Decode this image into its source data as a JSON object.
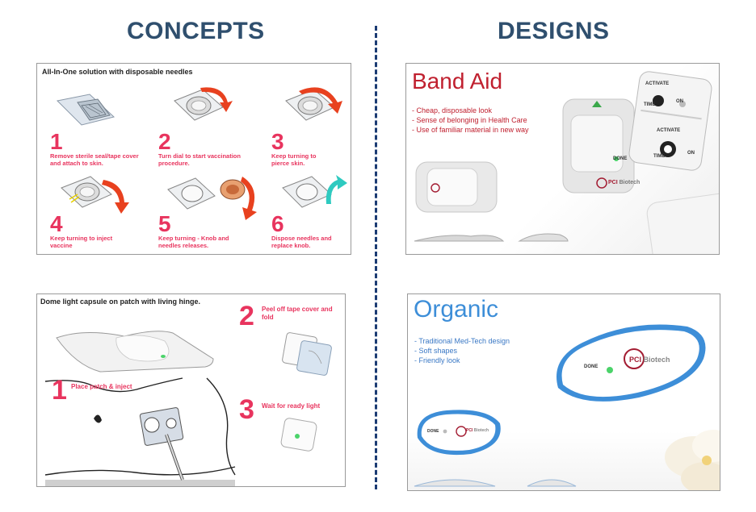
{
  "headings": {
    "concepts": "CONCEPTS",
    "designs": "DESIGNS"
  },
  "all_in_one": {
    "title": "All-In-One solution with disposable needles",
    "steps": [
      {
        "num": "1",
        "caption": "Remove sterile seal/tape cover and attach to skin."
      },
      {
        "num": "2",
        "caption": "Turn dial to start vaccination procedure."
      },
      {
        "num": "3",
        "caption": "Keep turning to pierce skin."
      },
      {
        "num": "4",
        "caption": "Keep turning to inject vaccine"
      },
      {
        "num": "5",
        "caption": "Keep turning - Knob and needles releases."
      },
      {
        "num": "6",
        "caption": "Dispose needles and replace knob."
      }
    ]
  },
  "dome": {
    "title": "Dome light capsule on patch with living hinge.",
    "steps": [
      {
        "num": "1",
        "caption": "Place patch & inject"
      },
      {
        "num": "2",
        "caption": "Peel off tape cover and fold"
      },
      {
        "num": "3",
        "caption": "Wait for ready light"
      }
    ]
  },
  "band_aid": {
    "title": "Band Aid",
    "bullets": [
      "- Cheap, disposable look",
      "- Sense of belonging in Health Care",
      "- Use of familiar material in new way"
    ],
    "device_labels": {
      "activate": "ACTIVATE",
      "time": "TIME",
      "on": "ON",
      "done": "DONE",
      "brand_pc": "PCI",
      "brand_rest": "Biotech"
    }
  },
  "organic": {
    "title": "Organic",
    "bullets": [
      "- Traditional Med-Tech design",
      "- Soft shapes",
      "- Friendly look"
    ],
    "device_labels": {
      "done": "DONE",
      "brand_pc": "PCI",
      "brand_rest": "Biotech"
    }
  },
  "colors": {
    "heading": "#2f4f6e",
    "divider": "#1b3b73",
    "step_pink": "#e8345e",
    "arrow_red": "#e8411f",
    "arrow_teal": "#2ecac0",
    "band_red": "#c0202f",
    "organic_blue": "#3d8ed8"
  }
}
